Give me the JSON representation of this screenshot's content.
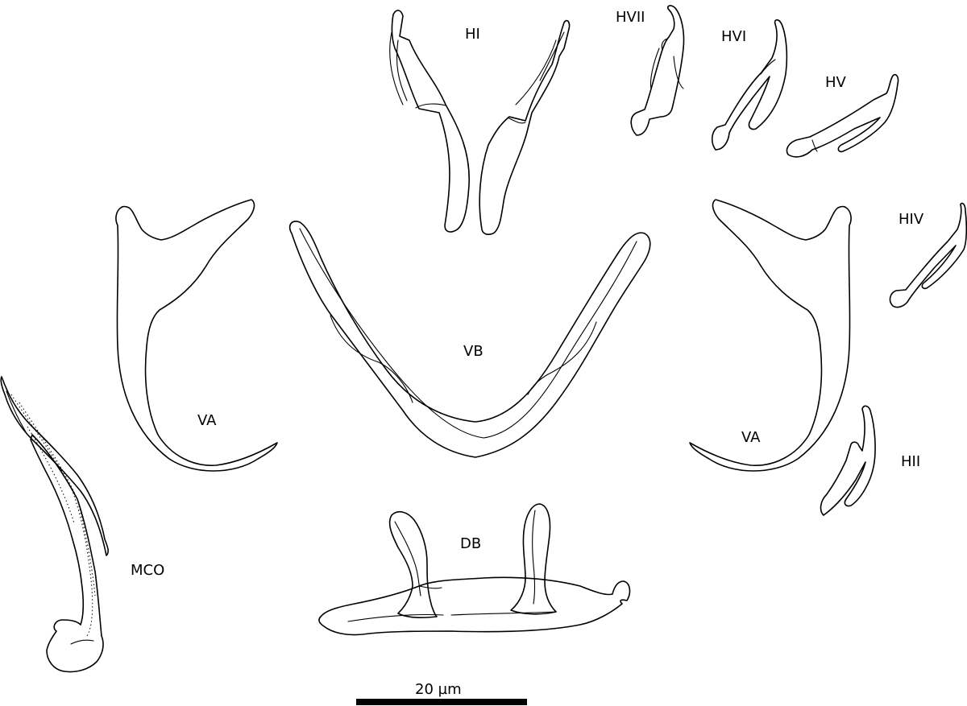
{
  "figure": {
    "labels": {
      "hi": "HI",
      "hii": "HII",
      "hiv": "HIV",
      "hv": "HV",
      "hvi": "HVI",
      "hvii": "HVII",
      "vb": "VB",
      "va_left": "VA",
      "va_right": "VA",
      "db": "DB",
      "mco": "MCO"
    },
    "scale_bar": {
      "label": "20 µm"
    }
  }
}
